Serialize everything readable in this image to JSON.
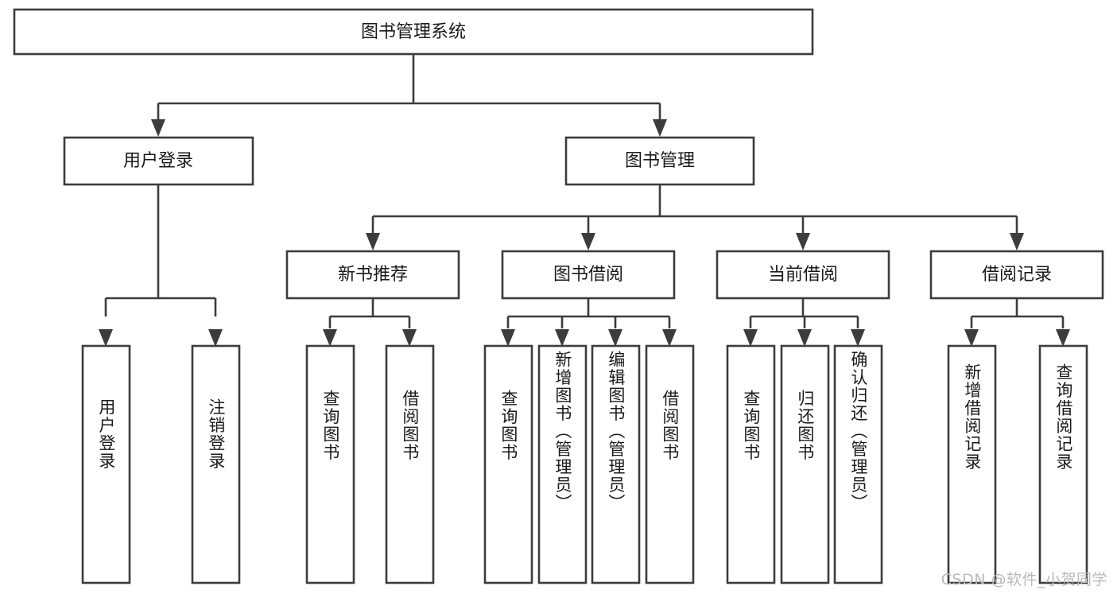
{
  "diagram": {
    "title": "图书管理系统",
    "type": "hierarchy-tree",
    "orientation": "top-down",
    "levels": 4,
    "colors": {
      "box_stroke": "#3c3c3c",
      "box_fill": "#ffffff",
      "connector": "#3c3c3c",
      "text": "#1a1a1a",
      "watermark": "#b9b9b9",
      "background": "#ffffff"
    }
  },
  "root": {
    "label": "图书管理系统"
  },
  "level2": [
    {
      "label": "用户登录"
    },
    {
      "label": "图书管理"
    }
  ],
  "level3": [
    {
      "label": "新书推荐"
    },
    {
      "label": "图书借阅"
    },
    {
      "label": "当前借阅"
    },
    {
      "label": "借阅记录"
    }
  ],
  "leaves": {
    "user_login": [
      {
        "label": "用户登录"
      },
      {
        "label": "注销登录"
      }
    ],
    "new_book_recommend": [
      {
        "label": "查询图书"
      },
      {
        "label": "借阅图书"
      }
    ],
    "book_borrow": [
      {
        "label": "查询图书"
      },
      {
        "label": "新增图书（管理员）"
      },
      {
        "label": "编辑图书（管理员）"
      },
      {
        "label": "借阅图书"
      }
    ],
    "current_borrow": [
      {
        "label": "查询图书"
      },
      {
        "label": "归还图书"
      },
      {
        "label": "确认归还（管理员）"
      }
    ],
    "borrow_record": [
      {
        "label": "新增借阅记录"
      },
      {
        "label": "查询借阅记录"
      }
    ]
  },
  "watermark": {
    "text": "CSDN @软件_小贺同学"
  }
}
